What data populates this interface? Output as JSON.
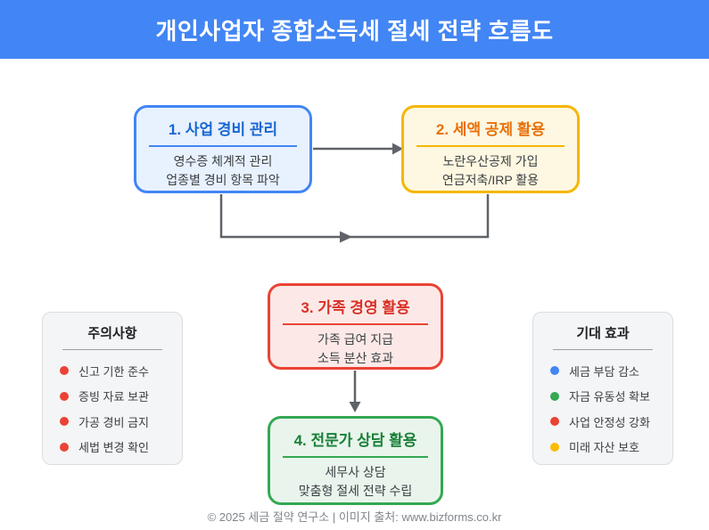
{
  "header": {
    "title": "개인사업자 종합소득세 절세 전략 흐름도",
    "bg": "#4285F4"
  },
  "connectors": {
    "color": "#5F6368"
  },
  "flow": {
    "steps": [
      {
        "title": "1. 사업 경비 관리",
        "lines": [
          "영수증 체계적 관리",
          "업종별 경비 항목 파악"
        ],
        "accent": "#4285F4",
        "title_color": "#1967D2",
        "bg": "#E8F1FE"
      },
      {
        "title": "2. 세액 공제 활용",
        "lines": [
          "노란우산공제 가입",
          "연금저축/IRP 활용"
        ],
        "accent": "#F5B700",
        "title_color": "#E8710A",
        "bg": "#FEF7E1"
      },
      {
        "title": "3. 가족 경영 활용",
        "lines": [
          "가족 급여 지급",
          "소득 분산 효과"
        ],
        "accent": "#EA4335",
        "title_color": "#D93025",
        "bg": "#FCE9E7"
      },
      {
        "title": "4. 전문가 상담 활용",
        "lines": [
          "세무사 상담",
          "맞춤형 절세 전략 수립"
        ],
        "accent": "#34A853",
        "title_color": "#188038",
        "bg": "#E9F5EC"
      }
    ]
  },
  "cautions": {
    "title": "주의사항",
    "items": [
      {
        "label": "신고 기한 준수",
        "color": "#EA4335"
      },
      {
        "label": "증빙 자료 보관",
        "color": "#EA4335"
      },
      {
        "label": "가공 경비 금지",
        "color": "#EA4335"
      },
      {
        "label": "세법 변경 확인",
        "color": "#EA4335"
      }
    ]
  },
  "benefits": {
    "title": "기대 효과",
    "items": [
      {
        "label": "세금 부담 감소",
        "color": "#4285F4"
      },
      {
        "label": "자금 유동성 확보",
        "color": "#34A853"
      },
      {
        "label": "사업 안정성 강화",
        "color": "#EA4335"
      },
      {
        "label": "미래 자산 보호",
        "color": "#FBBC04"
      }
    ]
  },
  "footer": {
    "text": "© 2025 세금 절약 연구소 | 이미지 출처: www.bizforms.co.kr"
  }
}
